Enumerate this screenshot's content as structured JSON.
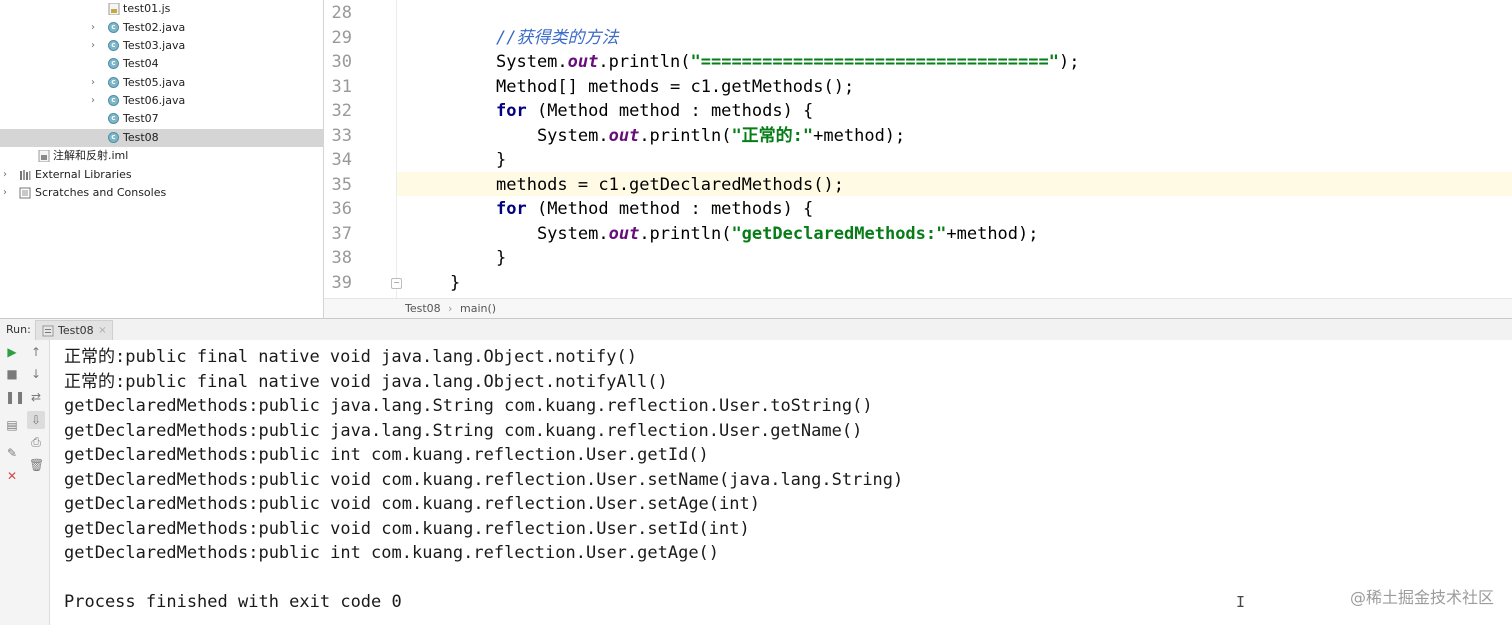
{
  "project_tree": {
    "items": [
      {
        "label": "test01.js"
      },
      {
        "label": "Test02.java"
      },
      {
        "label": "Test03.java"
      },
      {
        "label": "Test04"
      },
      {
        "label": "Test05.java"
      },
      {
        "label": "Test06.java"
      },
      {
        "label": "Test07"
      },
      {
        "label": "Test08"
      },
      {
        "label": "注解和反射.iml"
      },
      {
        "label": "External Libraries"
      },
      {
        "label": "Scratches and Consoles"
      }
    ]
  },
  "editor": {
    "line_numbers": [
      "28",
      "29",
      "30",
      "31",
      "32",
      "33",
      "34",
      "35",
      "36",
      "37",
      "38",
      "39"
    ],
    "lines": {
      "l29_comment": "//获得类的方法",
      "l30_a": "System.",
      "l30_out": "out",
      "l30_b": ".println(",
      "l30_str": "\"==================================\"",
      "l30_c": ");",
      "l31": "Method[] methods = c1.getMethods();",
      "l32_kw": "for",
      "l32_rest": " (Method method : methods) {",
      "l33_a": "    System.",
      "l33_out": "out",
      "l33_b": ".println(",
      "l33_str": "\"正常的:\"",
      "l33_c": "+method);",
      "l34": "}",
      "l35": "methods = c1.getDeclaredMethods();",
      "l36_kw": "for",
      "l36_rest": " (Method method : methods) {",
      "l37_a": "    System.",
      "l37_out": "out",
      "l37_b": ".println(",
      "l37_str": "\"getDeclaredMethods:\"",
      "l37_c": "+method);",
      "l38": "}",
      "l39": "}"
    },
    "current_line_color": "#fffae3"
  },
  "breadcrumb": {
    "class_name": "Test08",
    "method_name": "main()"
  },
  "run_panel": {
    "label": "Run:",
    "tab_label": "Test08",
    "console_lines": [
      "正常的:public final native void java.lang.Object.notify()",
      "正常的:public final native void java.lang.Object.notifyAll()",
      "getDeclaredMethods:public java.lang.String com.kuang.reflection.User.toString()",
      "getDeclaredMethods:public java.lang.String com.kuang.reflection.User.getName()",
      "getDeclaredMethods:public int com.kuang.reflection.User.getId()",
      "getDeclaredMethods:public void com.kuang.reflection.User.setName(java.lang.String)",
      "getDeclaredMethods:public void com.kuang.reflection.User.setAge(int)",
      "getDeclaredMethods:public void com.kuang.reflection.User.setId(int)",
      "getDeclaredMethods:public int com.kuang.reflection.User.getAge()",
      "",
      "Process finished with exit code 0"
    ]
  },
  "watermark": "@稀土掘金技术社区",
  "icons": {
    "run": "play-icon",
    "stop": "stop-icon",
    "pause": "pause-icon",
    "up": "arrow-up-icon",
    "down": "arrow-down-icon",
    "wrap": "soft-wrap-icon",
    "scroll": "scroll-to-end-icon",
    "print": "print-icon",
    "trash": "trash-icon",
    "pin": "pin-icon",
    "close": "close-icon"
  }
}
